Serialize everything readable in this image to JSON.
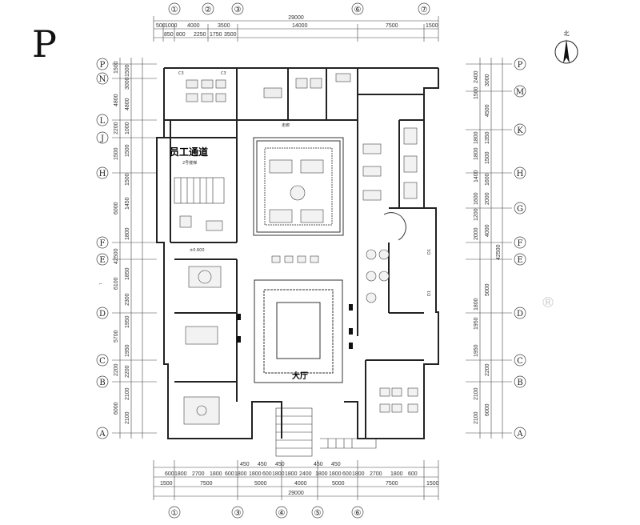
{
  "sheet_letter": "P",
  "watermark": {
    "text": "",
    "reg": "®"
  },
  "north_label": "北",
  "labels": {
    "staff_passage": "员工通道",
    "stair2": "2号楼梯",
    "hall": "大厅",
    "corridor": "走廊",
    "level": "±0.600",
    "c3a": "C3",
    "c3b": "C3",
    "d1a": "D1",
    "d1b": "D1"
  },
  "top_dims": {
    "total": "29000",
    "row1": [
      "500",
      "1000",
      "4000",
      "3500",
      "14000",
      "7500",
      "1500"
    ],
    "row2": [
      "850",
      "800",
      "2250",
      "1750",
      "3500"
    ]
  },
  "bottom_dims": {
    "total": "29000",
    "row1": [
      "1500",
      "7500",
      "5000",
      "4000",
      "5000",
      "7500",
      "1500"
    ],
    "row2": [
      "600",
      "1800",
      "2700",
      "1800",
      "600",
      "1800",
      "1800",
      "600",
      "1800",
      "1800",
      "2400",
      "1800",
      "1800",
      "600",
      "1800",
      "2700",
      "1800",
      "600"
    ],
    "row3": [
      "450",
      "450",
      "450",
      "450",
      "450"
    ]
  },
  "left_dims": {
    "total": "42500",
    "col1": [
      "1500",
      "4800",
      "2200",
      "1500",
      "6000",
      "6100",
      "5700",
      "2200",
      "6000"
    ],
    "col2": [
      "1500",
      "3000",
      "4800",
      "1000",
      "1500",
      "1500",
      "1450",
      "1800",
      "1850",
      "2300",
      "1950",
      "1950",
      "2200",
      "2100",
      "2100"
    ]
  },
  "right_dims": {
    "total": "42500",
    "col1": [
      "3000",
      "4500",
      "1350",
      "1500",
      "1600",
      "2000",
      "4000",
      "5000",
      "2200",
      "6000"
    ],
    "col2": [
      "2400",
      "1500",
      "1800",
      "1800",
      "1400",
      "1600",
      "1200",
      "2000",
      "1800",
      "1950",
      "1950",
      "2100",
      "2100"
    ]
  },
  "top_axes": [
    "①",
    "②",
    "③",
    "⑥",
    "⑦"
  ],
  "bottom_axes": [
    "①",
    "③",
    "④",
    "⑤",
    "⑥"
  ],
  "left_axes": [
    "P",
    "N",
    "L",
    "J",
    "H",
    "F",
    "E",
    "D",
    "C",
    "B",
    "A"
  ],
  "right_axes": [
    "P",
    "M",
    "K",
    "H",
    "G",
    "F",
    "E",
    "D",
    "C",
    "B",
    "A"
  ]
}
